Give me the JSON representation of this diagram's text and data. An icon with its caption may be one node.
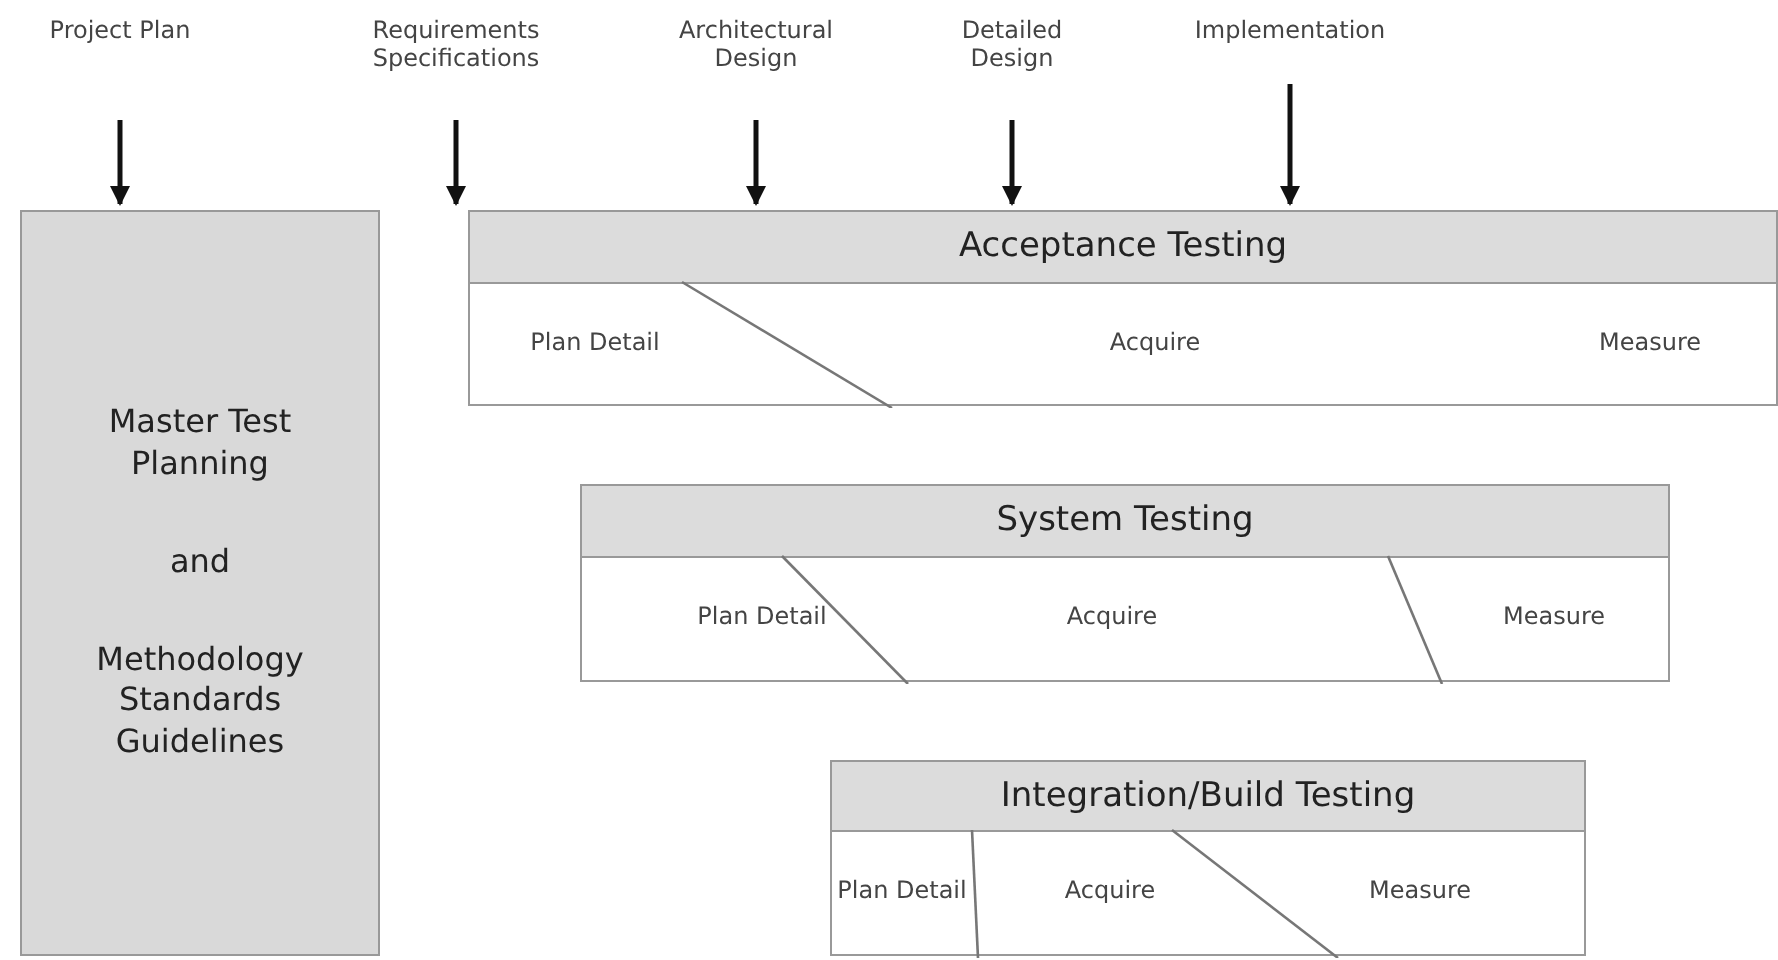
{
  "diagram": {
    "nodes": [
      {
        "text": [
          "Project Plan"
        ]
      },
      {
        "text": [
          "Requirements Specifications"
        ]
      },
      {
        "text": [
          "Architectural Design"
        ]
      },
      {
        "text": [
          "Detailed Design"
        ]
      },
      {
        "text": [
          "Implementation"
        ]
      },
      {
        "text": [
          "Master Test Planning",
          "and",
          "Methodology Standards Guidelines"
        ]
      },
      {
        "text": [
          "Acceptance Testing"
        ]
      },
      {
        "text": [
          "Plan Detail"
        ],
        "in": 6
      },
      {
        "text": [
          "Acquire"
        ],
        "in": 6
      },
      {
        "text": [
          "Measure"
        ],
        "in": 6
      },
      {
        "text": [
          "System Testing"
        ]
      },
      {
        "text": [
          "Plan Detail"
        ],
        "in": 10
      },
      {
        "text": [
          "Acquire"
        ],
        "in": 10
      },
      {
        "text": [
          "Measure"
        ],
        "in": 10
      },
      {
        "text": [
          "Integration/Build Testing"
        ]
      },
      {
        "text": [
          "Plan Detail"
        ],
        "in": 14
      },
      {
        "text": [
          "Acquire"
        ],
        "in": 14
      },
      {
        "text": [
          "Measure"
        ],
        "in": 14
      }
    ],
    "edges": [
      {
        "from": 0,
        "to": 5,
        "arrow": "to"
      },
      {
        "from": 1,
        "to": 6,
        "arrow": "to"
      },
      {
        "from": 2,
        "to": 6,
        "arrow": "to"
      },
      {
        "from": 3,
        "to": 6,
        "arrow": "to"
      },
      {
        "from": 4,
        "to": 6,
        "arrow": "to"
      }
    ]
  }
}
